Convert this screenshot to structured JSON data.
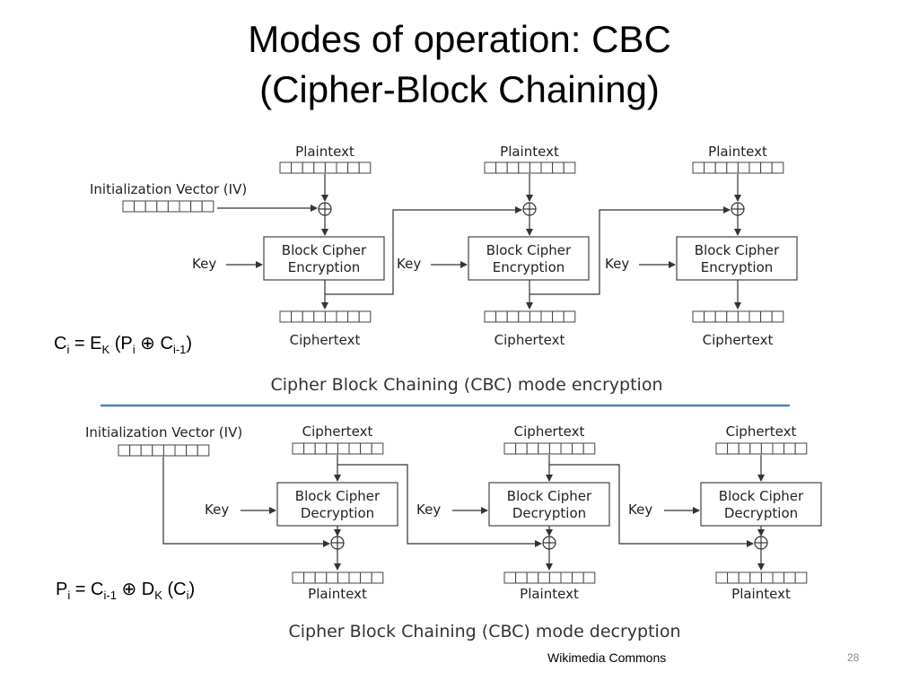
{
  "slide": {
    "title_line1": "Modes of operation: CBC",
    "title_line2": "(Cipher-Block Chaining)",
    "source": "Wikimedia Commons",
    "page_number": "28",
    "divider_color": "#4f81bd"
  },
  "encryption": {
    "caption": "Cipher Block Chaining (CBC) mode encryption",
    "iv_label": "Initialization Vector (IV)",
    "stages": [
      {
        "input_label": "Plaintext",
        "key_label": "Key",
        "block_line1": "Block Cipher",
        "block_line2": "Encryption",
        "output_label": "Ciphertext"
      },
      {
        "input_label": "Plaintext",
        "key_label": "Key",
        "block_line1": "Block Cipher",
        "block_line2": "Encryption",
        "output_label": "Ciphertext"
      },
      {
        "input_label": "Plaintext",
        "key_label": "Key",
        "block_line1": "Block Cipher",
        "block_line2": "Encryption",
        "output_label": "Ciphertext"
      }
    ],
    "formula": {
      "c": "C",
      "c_sub": "i",
      "eq": " = E",
      "e_sub": "K",
      "open": " (P",
      "p_sub": "i",
      "xor": " ⊕ C",
      "prev_sub": "i-1",
      "close": ")"
    }
  },
  "decryption": {
    "caption": "Cipher Block Chaining (CBC) mode decryption",
    "iv_label": "Initialization Vector (IV)",
    "stages": [
      {
        "input_label": "Ciphertext",
        "key_label": "Key",
        "block_line1": "Block Cipher",
        "block_line2": "Decryption",
        "output_label": "Plaintext"
      },
      {
        "input_label": "Ciphertext",
        "key_label": "Key",
        "block_line1": "Block Cipher",
        "block_line2": "Decryption",
        "output_label": "Plaintext"
      },
      {
        "input_label": "Ciphertext",
        "key_label": "Key",
        "block_line1": "Block Cipher",
        "block_line2": "Decryption",
        "output_label": "Plaintext"
      }
    ],
    "formula": {
      "p": "P",
      "p_sub": "i",
      "eq": " = C",
      "c_sub": "i-1",
      "xor": " ⊕ D",
      "d_sub": "K",
      "open": " (C",
      "ci_sub": "i",
      "close": ")"
    }
  }
}
